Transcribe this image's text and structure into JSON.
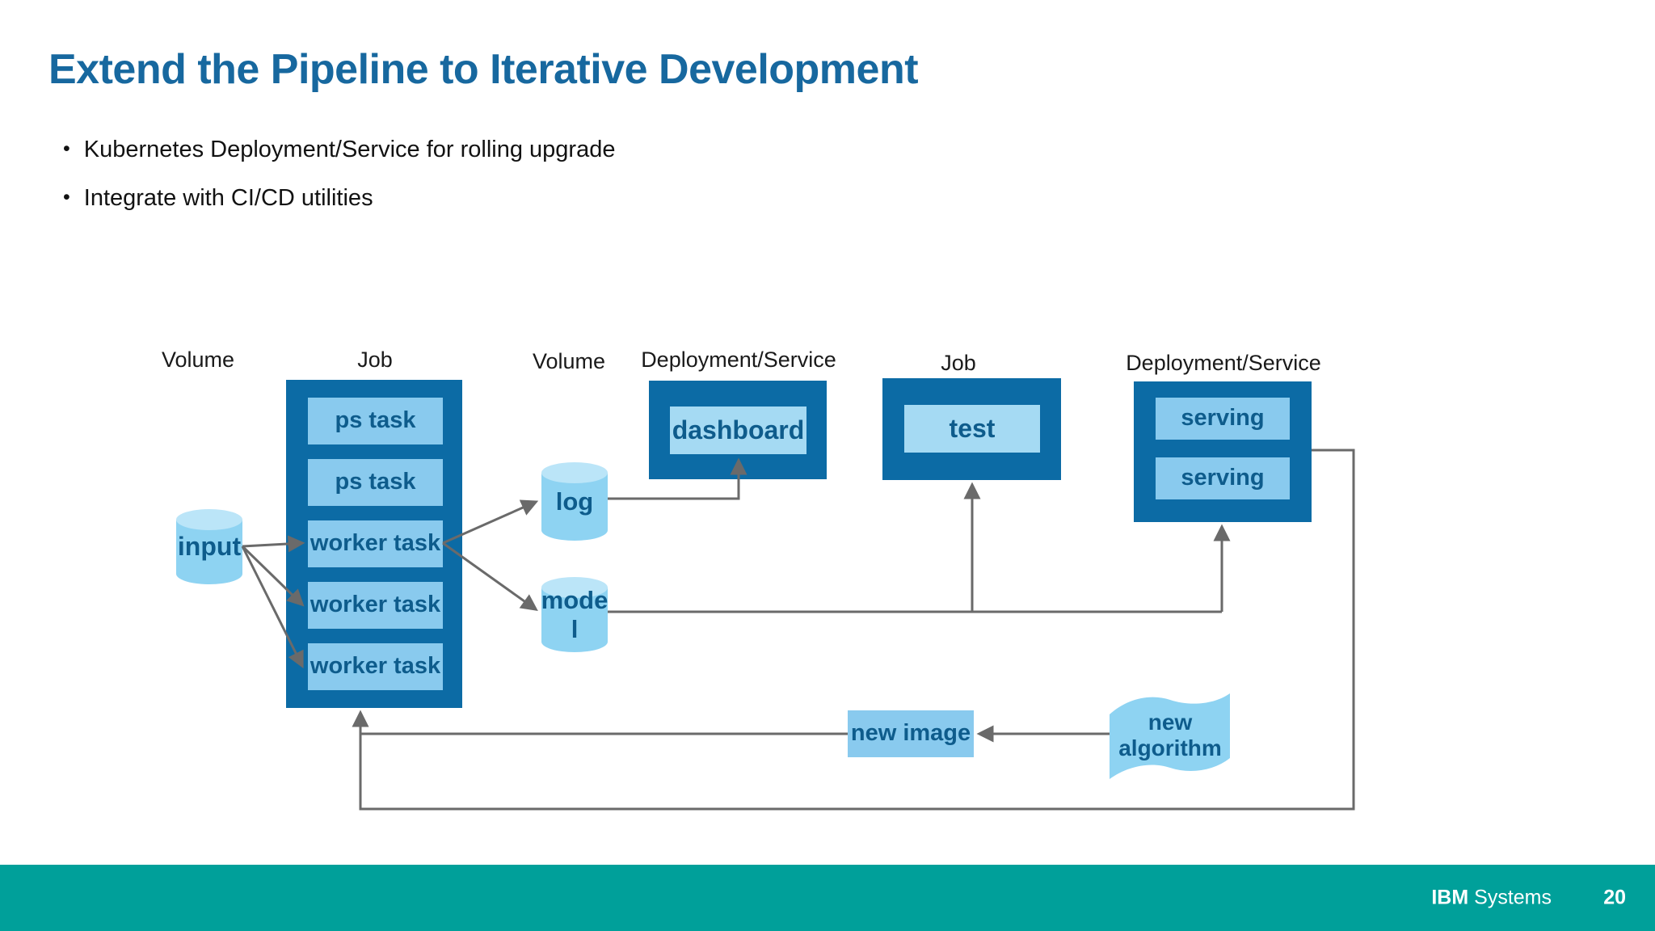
{
  "slide": {
    "title": "Extend the Pipeline to Iterative Development",
    "bullets": [
      "Kubernetes Deployment/Service for rolling upgrade",
      "Integrate with CI/CD utilities"
    ]
  },
  "diagram": {
    "labels": {
      "volume_1": "Volume",
      "job_1": "Job",
      "volume_2": "Volume",
      "deployment_service_1": "Deployment/Service",
      "job_2": "Job",
      "deployment_service_2": "Deployment/Service"
    },
    "nodes": {
      "input": "input",
      "ps_task_1": "ps task",
      "ps_task_2": "ps task",
      "worker_task_1": "worker task",
      "worker_task_2": "worker task",
      "worker_task_3": "worker task",
      "log": "log",
      "model": "model",
      "dashboard": "dashboard",
      "test": "test",
      "serving_1": "serving",
      "serving_2": "serving",
      "new_image": "new image",
      "new_algorithm": "new algorithm"
    }
  },
  "footer": {
    "brand_bold": "IBM",
    "brand_regular": "Systems",
    "page_number": "20"
  },
  "colors": {
    "title_blue": "#17689F",
    "container_dark_blue": "#0C6BA5",
    "box_light_blue": "#89CAEE",
    "box_lighter_blue": "#A5DAF3",
    "cylinder_blue": "#8ED3F2",
    "cylinder_top_blue": "#BBE5F8",
    "box_text_blue": "#0E5C8C",
    "arrow_gray": "#6A6A6A",
    "footer_teal": "#00A09A"
  }
}
